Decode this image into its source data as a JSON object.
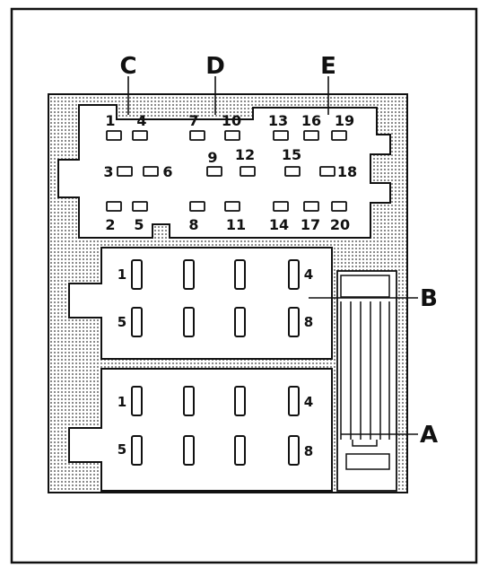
{
  "labels": {
    "connector_c": "C",
    "connector_d": "D",
    "connector_e": "E",
    "connector_b": "B",
    "connector_a": "A"
  },
  "top_pins": {
    "p1": "1",
    "p2": "2",
    "p3": "3",
    "p4": "4",
    "p5": "5",
    "p6": "6",
    "p7": "7",
    "p8": "8",
    "p9": "9",
    "p10": "10",
    "p11": "11",
    "p12": "12",
    "p13": "13",
    "p14": "14",
    "p15": "15",
    "p16": "16",
    "p17": "17",
    "p18": "18",
    "p19": "19",
    "p20": "20"
  },
  "block_b": {
    "p1": "1",
    "p4": "4",
    "p5": "5",
    "p8": "8"
  },
  "block_a": {
    "p1": "1",
    "p4": "4",
    "p5": "5",
    "p8": "8"
  },
  "colors": {
    "line": "#111111",
    "fill": "#e6e6e6",
    "background": "#ffffff"
  }
}
